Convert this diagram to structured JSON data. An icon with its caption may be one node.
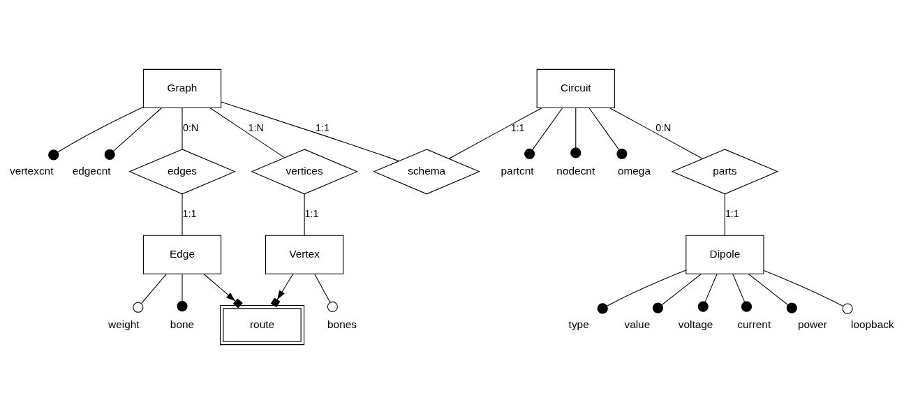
{
  "diagram": {
    "nodes": [
      {
        "text": [
          "Graph"
        ]
      },
      {
        "text": [
          "vertexcnt"
        ]
      },
      {
        "text": [
          "edgecnt"
        ]
      },
      {
        "text": [
          "Circuit"
        ]
      },
      {
        "text": [
          "partcnt"
        ]
      },
      {
        "text": [
          "nodecnt"
        ]
      },
      {
        "text": [
          "omega"
        ]
      },
      {
        "text": [
          "edges"
        ]
      },
      {
        "text": [
          "vertices"
        ]
      },
      {
        "text": [
          "schema"
        ]
      },
      {
        "text": [
          "parts"
        ]
      },
      {
        "text": [
          "Edge"
        ]
      },
      {
        "text": [
          "weight"
        ]
      },
      {
        "text": [
          "Vertex"
        ]
      },
      {
        "text": [
          "Dipole"
        ]
      },
      {
        "text": [
          "type"
        ]
      },
      {
        "text": [
          "value"
        ]
      },
      {
        "text": [
          "voltage"
        ]
      },
      {
        "text": [
          "current"
        ]
      },
      {
        "text": [
          "power"
        ]
      },
      {
        "text": [
          "bone"
        ]
      },
      {
        "text": [
          "route"
        ]
      },
      {
        "text": [
          "bones"
        ]
      },
      {
        "text": [
          "loopback"
        ]
      }
    ],
    "edges": [
      {
        "from": 0,
        "to": 1,
        "arrow": "other"
      },
      {
        "from": 0,
        "to": 2,
        "arrow": "other"
      },
      {
        "from": 3,
        "to": 4,
        "arrow": "other"
      },
      {
        "from": 3,
        "to": 5,
        "arrow": "other"
      },
      {
        "from": 3,
        "to": 6,
        "arrow": "other"
      },
      {
        "from": 0,
        "to": 7,
        "arrow": "none",
        "label": "0:N"
      },
      {
        "from": 0,
        "to": 8,
        "arrow": "none",
        "label": "1:N"
      },
      {
        "from": 0,
        "to": 9,
        "arrow": "none",
        "label": "1:1"
      },
      {
        "from": 3,
        "to": 9,
        "arrow": "none",
        "label": "1:1"
      },
      {
        "from": 3,
        "to": 10,
        "arrow": "none",
        "label": "0:N"
      },
      {
        "from": 7,
        "to": 11,
        "arrow": "none",
        "label": "1:1"
      },
      {
        "from": 8,
        "to": 13,
        "arrow": "none",
        "label": "1:1"
      },
      {
        "from": 10,
        "to": 14,
        "arrow": "none",
        "label": "1:1"
      },
      {
        "from": 11,
        "to": 12,
        "arrow": "other"
      },
      {
        "from": 14,
        "to": 15,
        "arrow": "other"
      },
      {
        "from": 14,
        "to": 16,
        "arrow": "other"
      },
      {
        "from": 14,
        "to": 17,
        "arrow": "other"
      },
      {
        "from": 14,
        "to": 18,
        "arrow": "other"
      },
      {
        "from": 14,
        "to": 19,
        "arrow": "other"
      },
      {
        "from": 11,
        "to": 20,
        "arrow": "other"
      },
      {
        "from": 11,
        "to": 21,
        "arrow": "to"
      },
      {
        "from": 13,
        "to": 21,
        "arrow": "to"
      },
      {
        "from": 13,
        "to": 22,
        "arrow": "other"
      },
      {
        "from": 14,
        "to": 23,
        "arrow": "other"
      }
    ]
  }
}
